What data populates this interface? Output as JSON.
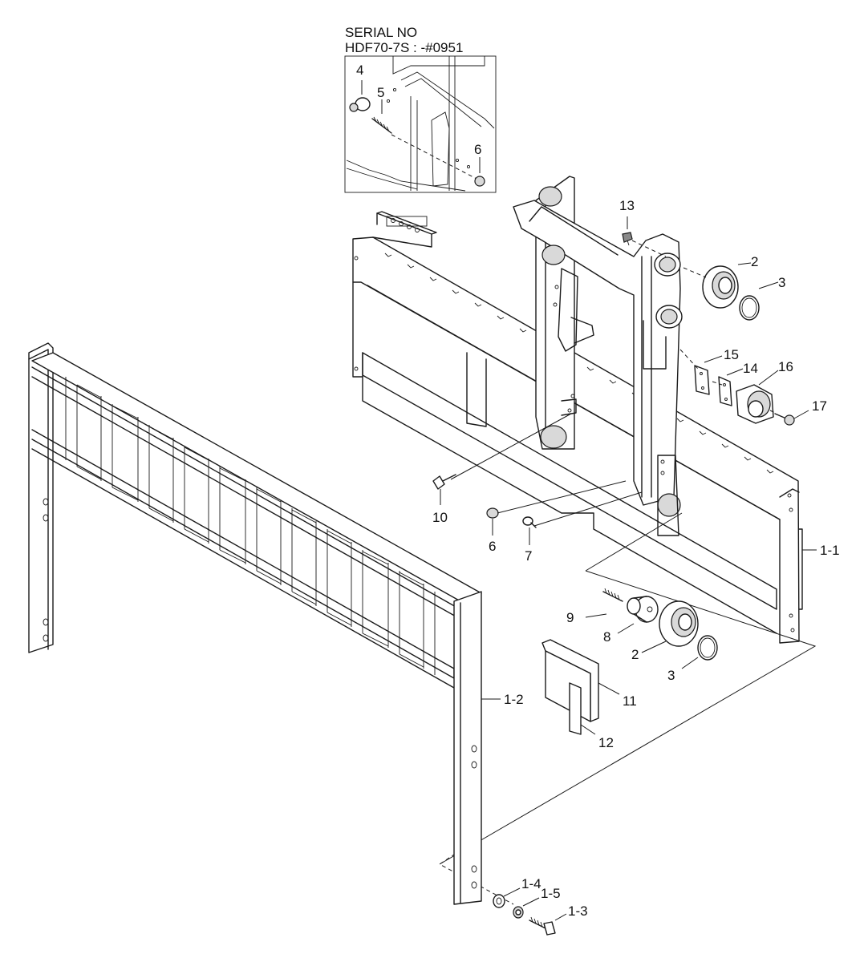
{
  "serial_box": {
    "line1": "SERIAL NO",
    "line2": "HDF70-7S : -#0951"
  },
  "callouts": {
    "inset": [
      "4",
      "5",
      "6"
    ],
    "carriage": [
      "13",
      "2",
      "3",
      "15",
      "14",
      "16",
      "17",
      "10",
      "6",
      "7",
      "1-1"
    ],
    "lower": [
      "9",
      "8",
      "2",
      "3",
      "11",
      "12"
    ],
    "backrest": [
      "1-2"
    ],
    "fasteners": [
      "1-4",
      "1-5",
      "1-3"
    ]
  }
}
